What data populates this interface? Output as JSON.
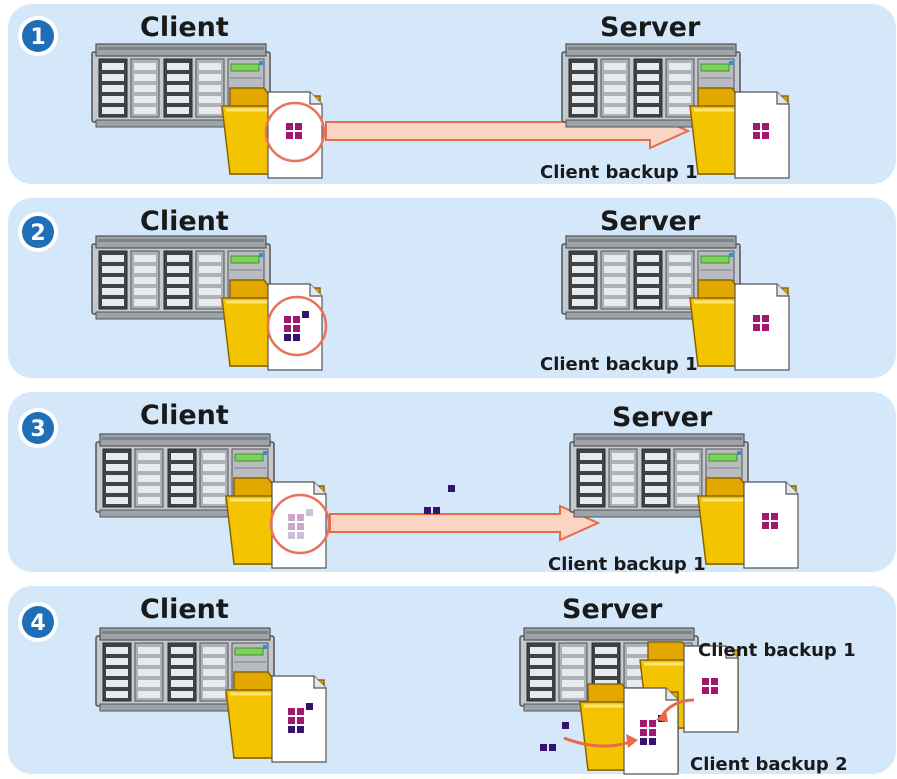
{
  "colors": {
    "panel_fill": "#d4e8f9",
    "badge_fill": "#1e6fb8",
    "folder_front": "#f5c400",
    "folder_back": "#e3a800",
    "arrow_fill": "#fbd5c4",
    "arrow_stroke": "#e86a47",
    "highlight_ring": "#e8725a",
    "block_magenta": "#a0196e",
    "block_navy": "#33136b",
    "block_faded": "#c9a8c9"
  },
  "icons": {
    "server_rack": "server-icon",
    "folder": "folder-icon",
    "document": "document-icon",
    "arrow": "arrow-right-icon"
  },
  "panels": [
    {
      "number": "1",
      "client_label": "Client",
      "server_label": "Server",
      "backup_labels": [
        "Client backup 1"
      ]
    },
    {
      "number": "2",
      "client_label": "Client",
      "server_label": "Server",
      "backup_labels": [
        "Client backup 1"
      ]
    },
    {
      "number": "3",
      "client_label": "Client",
      "server_label": "Server",
      "backup_labels": [
        "Client backup 1"
      ]
    },
    {
      "number": "4",
      "client_label": "Client",
      "server_label": "Server",
      "backup_labels": [
        "Client backup 1",
        "Client backup 2"
      ]
    }
  ]
}
